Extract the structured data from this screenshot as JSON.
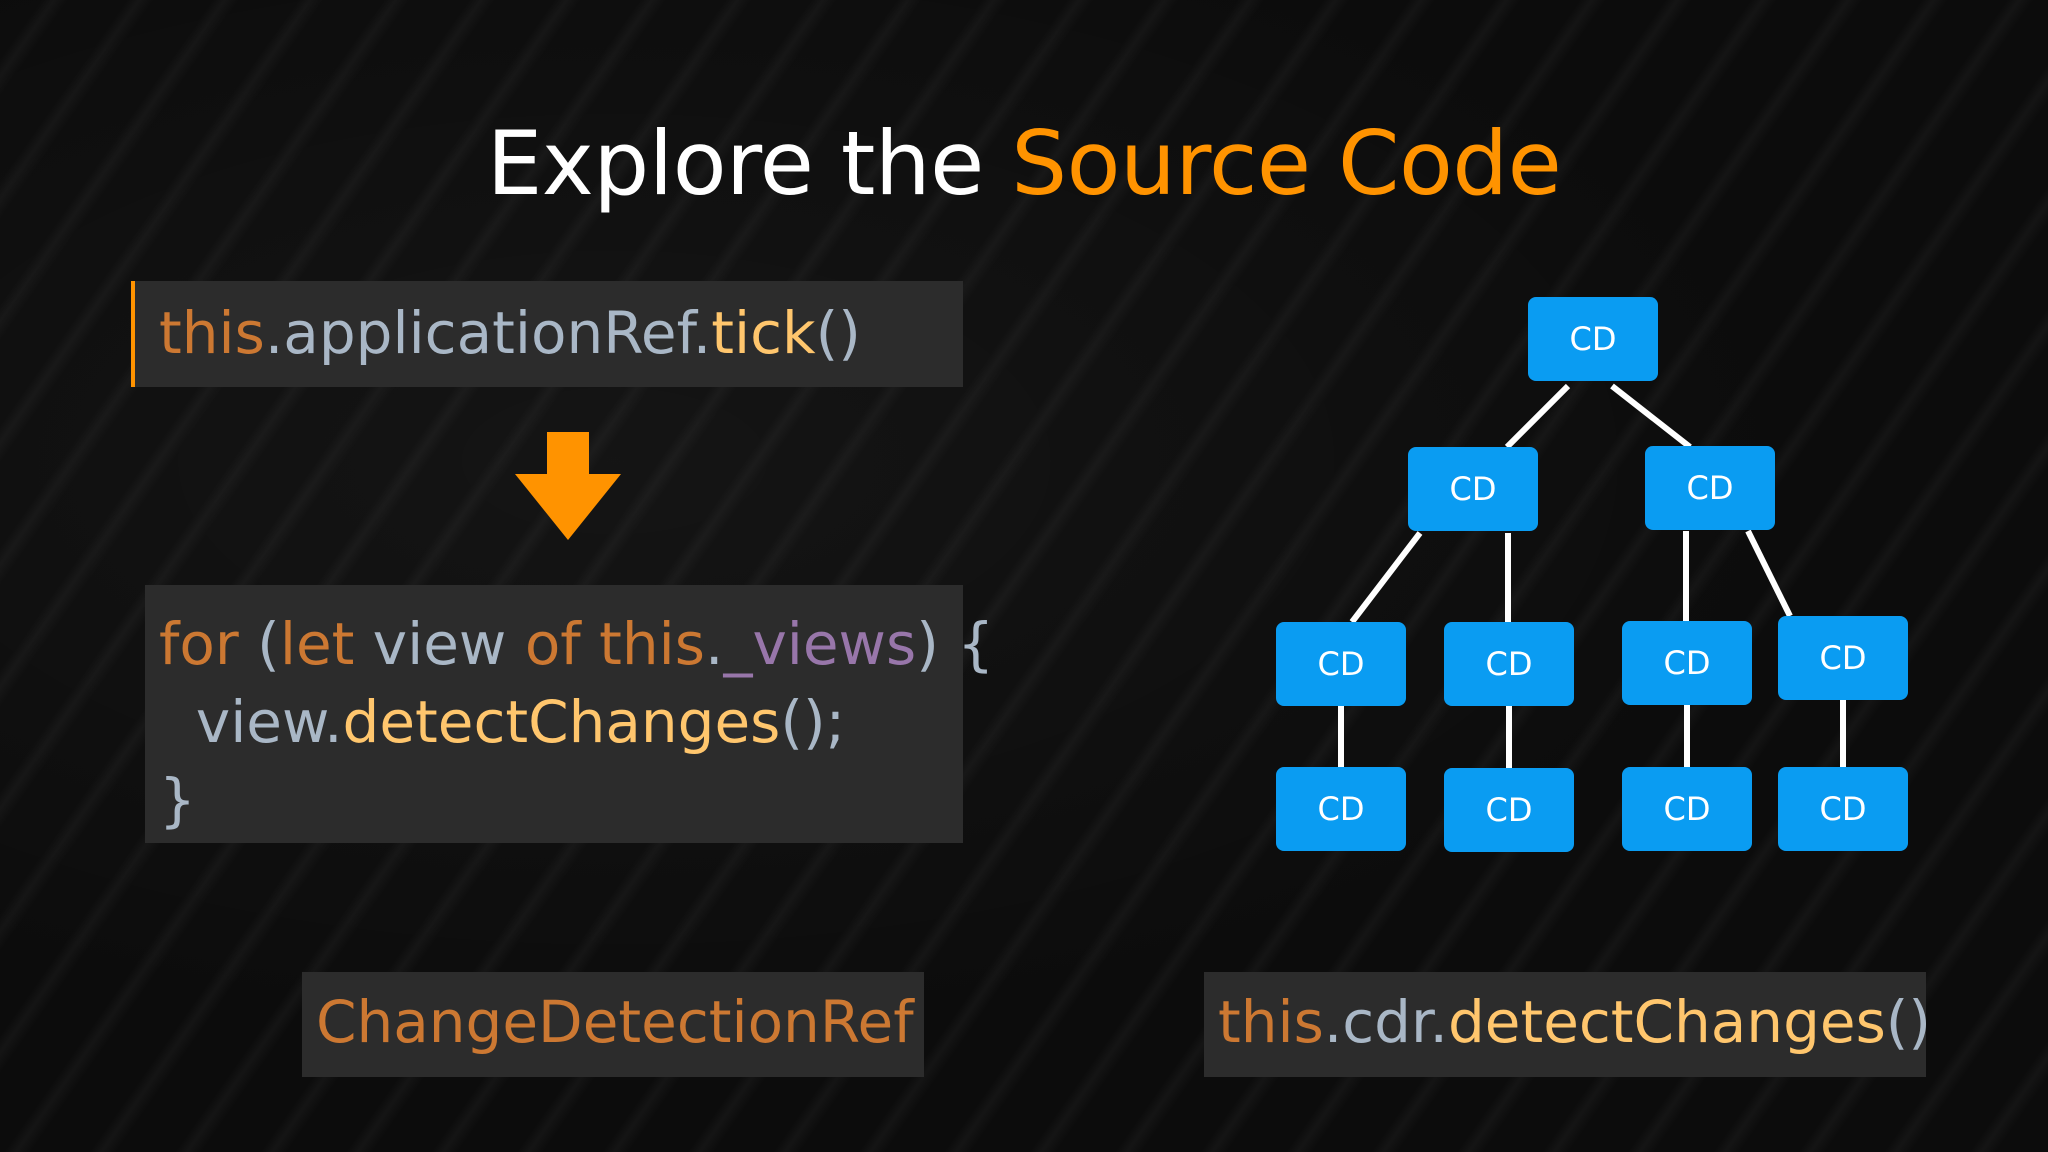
{
  "title": {
    "prefix": "Explore the ",
    "accent": "Source Code"
  },
  "tick_code": {
    "this": "this",
    "dot1": ".applicationRef.",
    "fn": "tick",
    "parens": "()"
  },
  "loop_code": {
    "l1_for": "for",
    "l1_open": " (",
    "l1_let": "let",
    "l1_view": " view ",
    "l1_of": "of",
    "l1_sp": " ",
    "l1_this": "this",
    "l1_dot": ".",
    "l1_views": "_views",
    "l1_close": ") {",
    "l2_indent": "  view.",
    "l2_fn": "detectChanges",
    "l2_end": "();",
    "l3": "}"
  },
  "cdr_label": "ChangeDetectionRef",
  "dc_code": {
    "this": "this",
    "mid": ".cdr.",
    "fn": "detectChanges",
    "parens": "()"
  },
  "tree": {
    "node_label": "CD",
    "nodes": [
      {
        "id": "root",
        "label": "CD"
      },
      {
        "id": "l1-left",
        "label": "CD"
      },
      {
        "id": "l1-right",
        "label": "CD"
      },
      {
        "id": "l2-a",
        "label": "CD"
      },
      {
        "id": "l2-b",
        "label": "CD"
      },
      {
        "id": "l2-c",
        "label": "CD"
      },
      {
        "id": "l2-d",
        "label": "CD"
      },
      {
        "id": "l3-a",
        "label": "CD"
      },
      {
        "id": "l3-b",
        "label": "CD"
      },
      {
        "id": "l3-c",
        "label": "CD"
      },
      {
        "id": "l3-d",
        "label": "CD"
      }
    ]
  },
  "colors": {
    "accent": "#ff9300",
    "node": "#0a9cf2",
    "code_bg": "#2c2c2c",
    "keyword": "#cc7832",
    "function": "#ffc66d",
    "plain": "#a9b7c6",
    "purple": "#9876aa"
  }
}
